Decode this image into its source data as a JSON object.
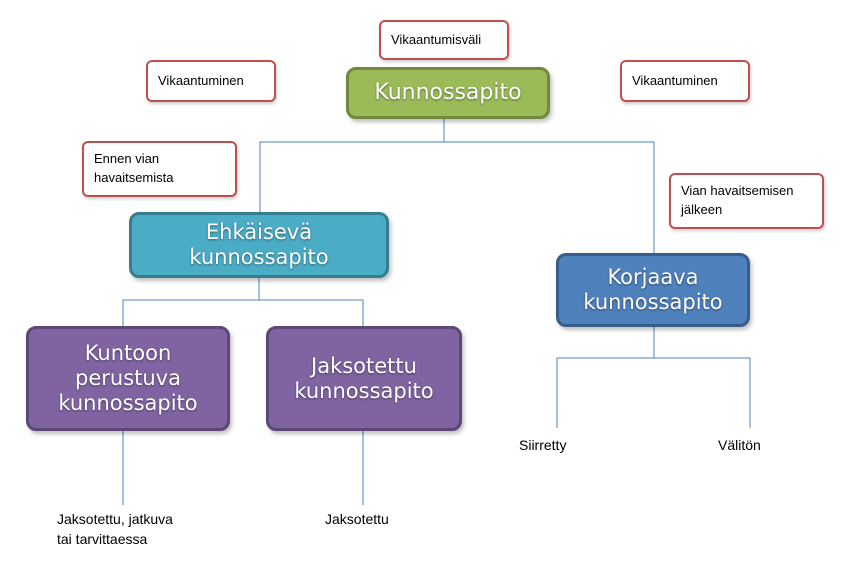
{
  "colors": {
    "root_fill": "#9BBB59",
    "root_border": "#71893F",
    "preventive_fill": "#4BACC6",
    "preventive_border": "#357D91",
    "corrective_fill": "#4F81BD",
    "corrective_border": "#385D8A",
    "purple_fill": "#8064A2",
    "purple_border": "#5C4776",
    "note_border": "#C0504D",
    "connector": "#4F81BD"
  },
  "nodes": {
    "root": "Kunnossapito",
    "preventive": "Ehkäisevä\nkunnossapito",
    "corrective": "Korjaava\nkunnossapito",
    "condition_based": "Kuntoon\nperustuva\nkunnossapito",
    "periodic": "Jaksotettu\nkunnossapito"
  },
  "notes": {
    "failure_interval": "Vikaantumisväli",
    "failure_left": "Vikaantuminen",
    "failure_right": "Vikaantuminen",
    "before_detection": "Ennen vian\nhavaitsemista",
    "after_detection": "Vian havaitsemisen\njälkeen"
  },
  "leaves": {
    "condition_based": "Jaksotettu, jatkuva\ntai tarvittaessa",
    "periodic": "Jaksotettu",
    "deferred": "Siirretty",
    "immediate": "Välitön"
  }
}
